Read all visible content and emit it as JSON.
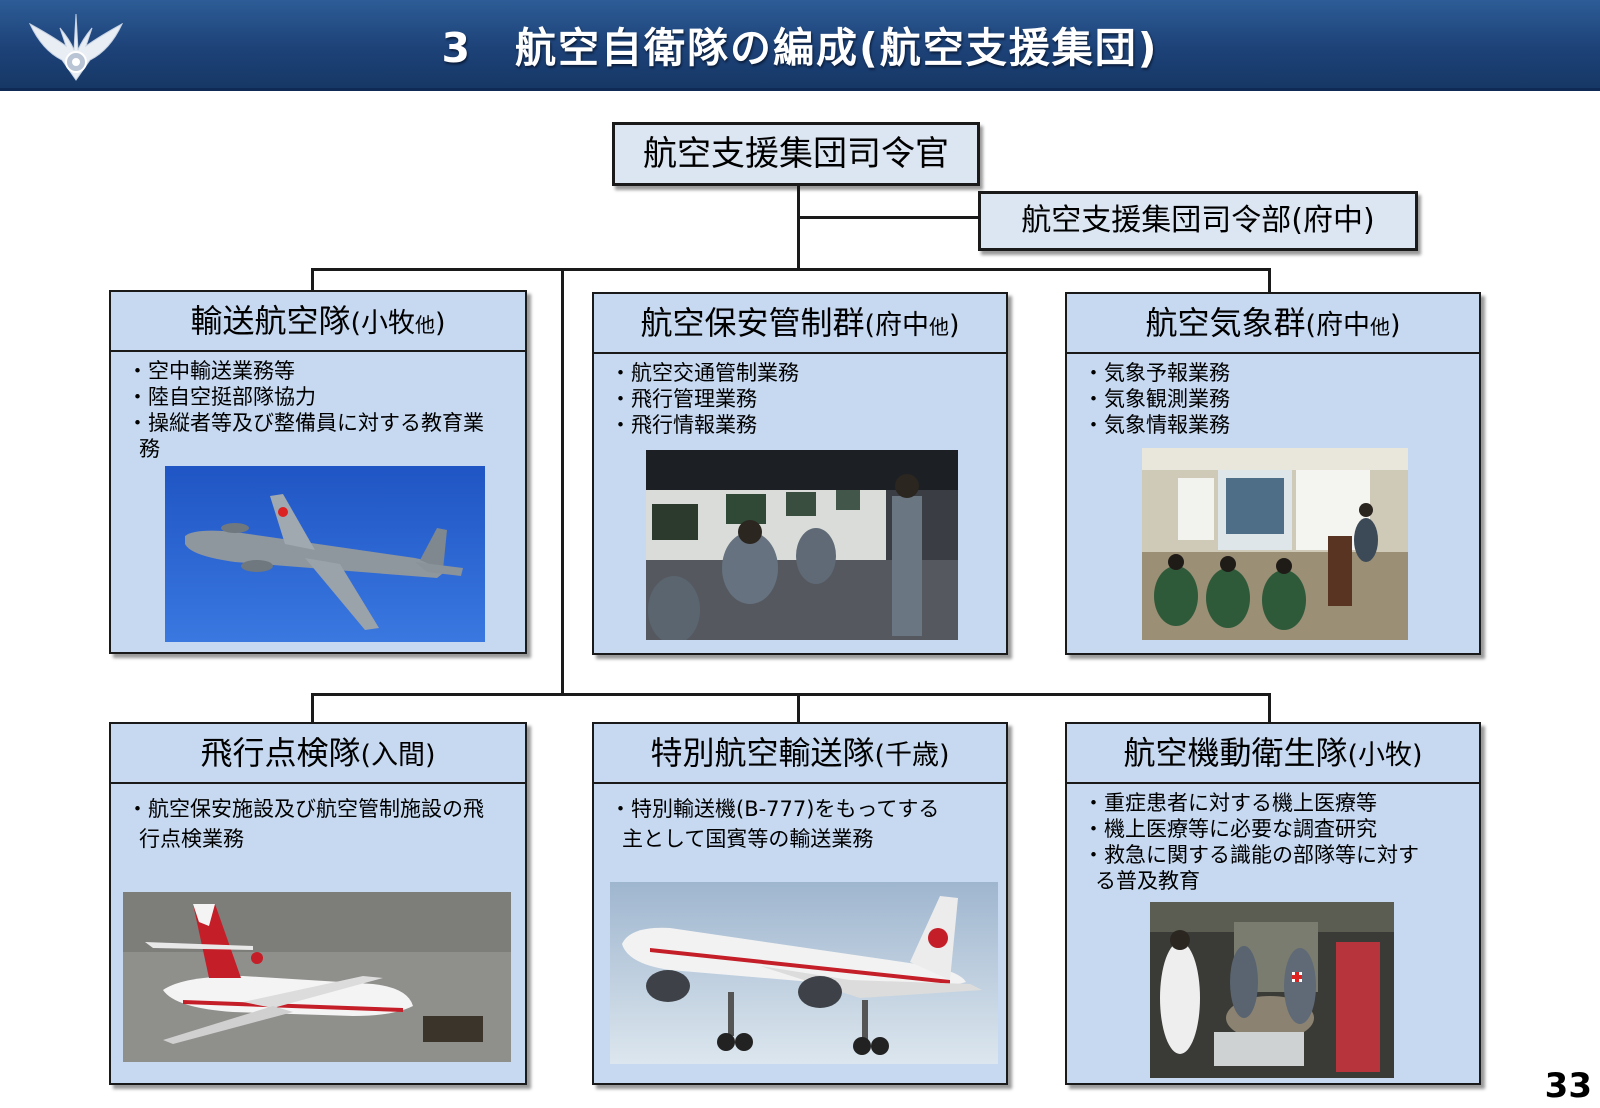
{
  "header": {
    "title": "3　航空自衛隊の編成(航空支援集団)",
    "emblem_icon": "jasdf-eagle-emblem-icon"
  },
  "commander": {
    "label": "航空支援集団司令官"
  },
  "headquarters": {
    "label": "航空支援集団司令部(府中)"
  },
  "units": [
    {
      "name": "輸送航空隊",
      "location": "(小牧",
      "location_small": "他",
      "location_end": ")",
      "duties": [
        "・空中輸送業務等",
        "・陸自空挺部隊協力",
        "・操縦者等及び整備員に対する教育業務"
      ],
      "photo": "c2-transport-aircraft-photo"
    },
    {
      "name": "航空保安管制群",
      "location": "(府中",
      "location_small": "他",
      "location_end": ")",
      "duties": [
        "・航空交通管制業務",
        "・飛行管理業務",
        "・飛行情報業務"
      ],
      "photo": "air-traffic-control-room-photo"
    },
    {
      "name": "航空気象群",
      "location": "(府中",
      "location_small": "他",
      "location_end": ")",
      "duties": [
        "・気象予報業務",
        "・気象観測業務",
        "・気象情報業務"
      ],
      "photo": "weather-briefing-photo"
    },
    {
      "name": "飛行点検隊",
      "location": "(入間)",
      "duties": [
        "・航空保安施設及び航空管制施設の飛行点検業務"
      ],
      "photo": "flight-check-jet-photo"
    },
    {
      "name": "特別航空輸送隊",
      "location": "(千歳)",
      "duties": [
        "・特別輸送機(B-777)をもってする主として国賓等の輸送業務"
      ],
      "photo": "b777-government-aircraft-photo"
    },
    {
      "name": "航空機動衛生隊",
      "location": "(小牧)",
      "duties": [
        "・重症患者に対する機上医療等",
        "・機上医療等に必要な調査研究",
        "・救急に関する識能の部隊等に対する普及教育"
      ],
      "photo": "aeromedical-team-photo"
    }
  ],
  "page_number": "33",
  "colors": {
    "header_blue": "#1d4278",
    "unit_box": "#c6d9f1",
    "command_box": "#dce6f2",
    "border": "#1a1a1a"
  }
}
